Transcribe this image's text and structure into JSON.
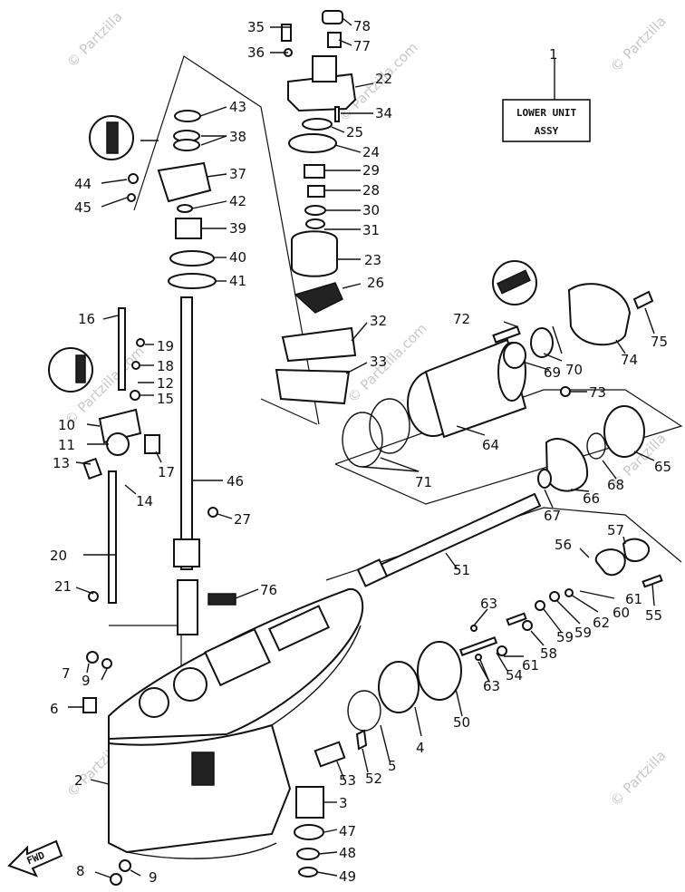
{
  "watermarks": [
    "© Partzilla",
    "© Partzilla.com",
    "© Partzilla.com",
    "© Partzilla.com",
    "© Partzilla",
    "© Partzilla",
    "© Partzilla",
    "© Partzilla"
  ],
  "assy_box": {
    "line1": "LOWER UNIT",
    "line2": "ASSY"
  },
  "fwd_label": "FWD",
  "labels": {
    "p1": "1",
    "p2": "2",
    "p3": "3",
    "p4": "4",
    "p5": "5",
    "p6": "6",
    "p7": "7",
    "p8": "8",
    "p9a": "9",
    "p9b": "9",
    "p10": "10",
    "p11": "11",
    "p12": "12",
    "p13": "13",
    "p14": "14",
    "p15": "15",
    "p16": "16",
    "p17": "17",
    "p18": "18",
    "p19": "19",
    "p20": "20",
    "p21": "21",
    "p22": "22",
    "p23": "23",
    "p24": "24",
    "p25": "25",
    "p26": "26",
    "p27": "27",
    "p28": "28",
    "p29": "29",
    "p30": "30",
    "p31": "31",
    "p32": "32",
    "p33": "33",
    "p34": "34",
    "p35": "35",
    "p36": "36",
    "p37": "37",
    "p38": "38",
    "p39": "39",
    "p40": "40",
    "p41": "41",
    "p42": "42",
    "p43": "43",
    "p44": "44",
    "p45": "45",
    "p46": "46",
    "p47": "47",
    "p48": "48",
    "p49": "49",
    "p50": "50",
    "p51": "51",
    "p52": "52",
    "p53": "53",
    "p54": "54",
    "p55": "55",
    "p56": "56",
    "p57": "57",
    "p58": "58",
    "p59a": "59",
    "p59b": "59",
    "p60": "60",
    "p61a": "61",
    "p61b": "61",
    "p62": "62",
    "p63a": "63",
    "p63b": "63",
    "p64": "64",
    "p65": "65",
    "p66": "66",
    "p67": "67",
    "p68": "68",
    "p69": "69",
    "p70": "70",
    "p71": "71",
    "p72": "72",
    "p73": "73",
    "p74": "74",
    "p75": "75",
    "p76": "76",
    "p77": "77",
    "p78": "78"
  }
}
